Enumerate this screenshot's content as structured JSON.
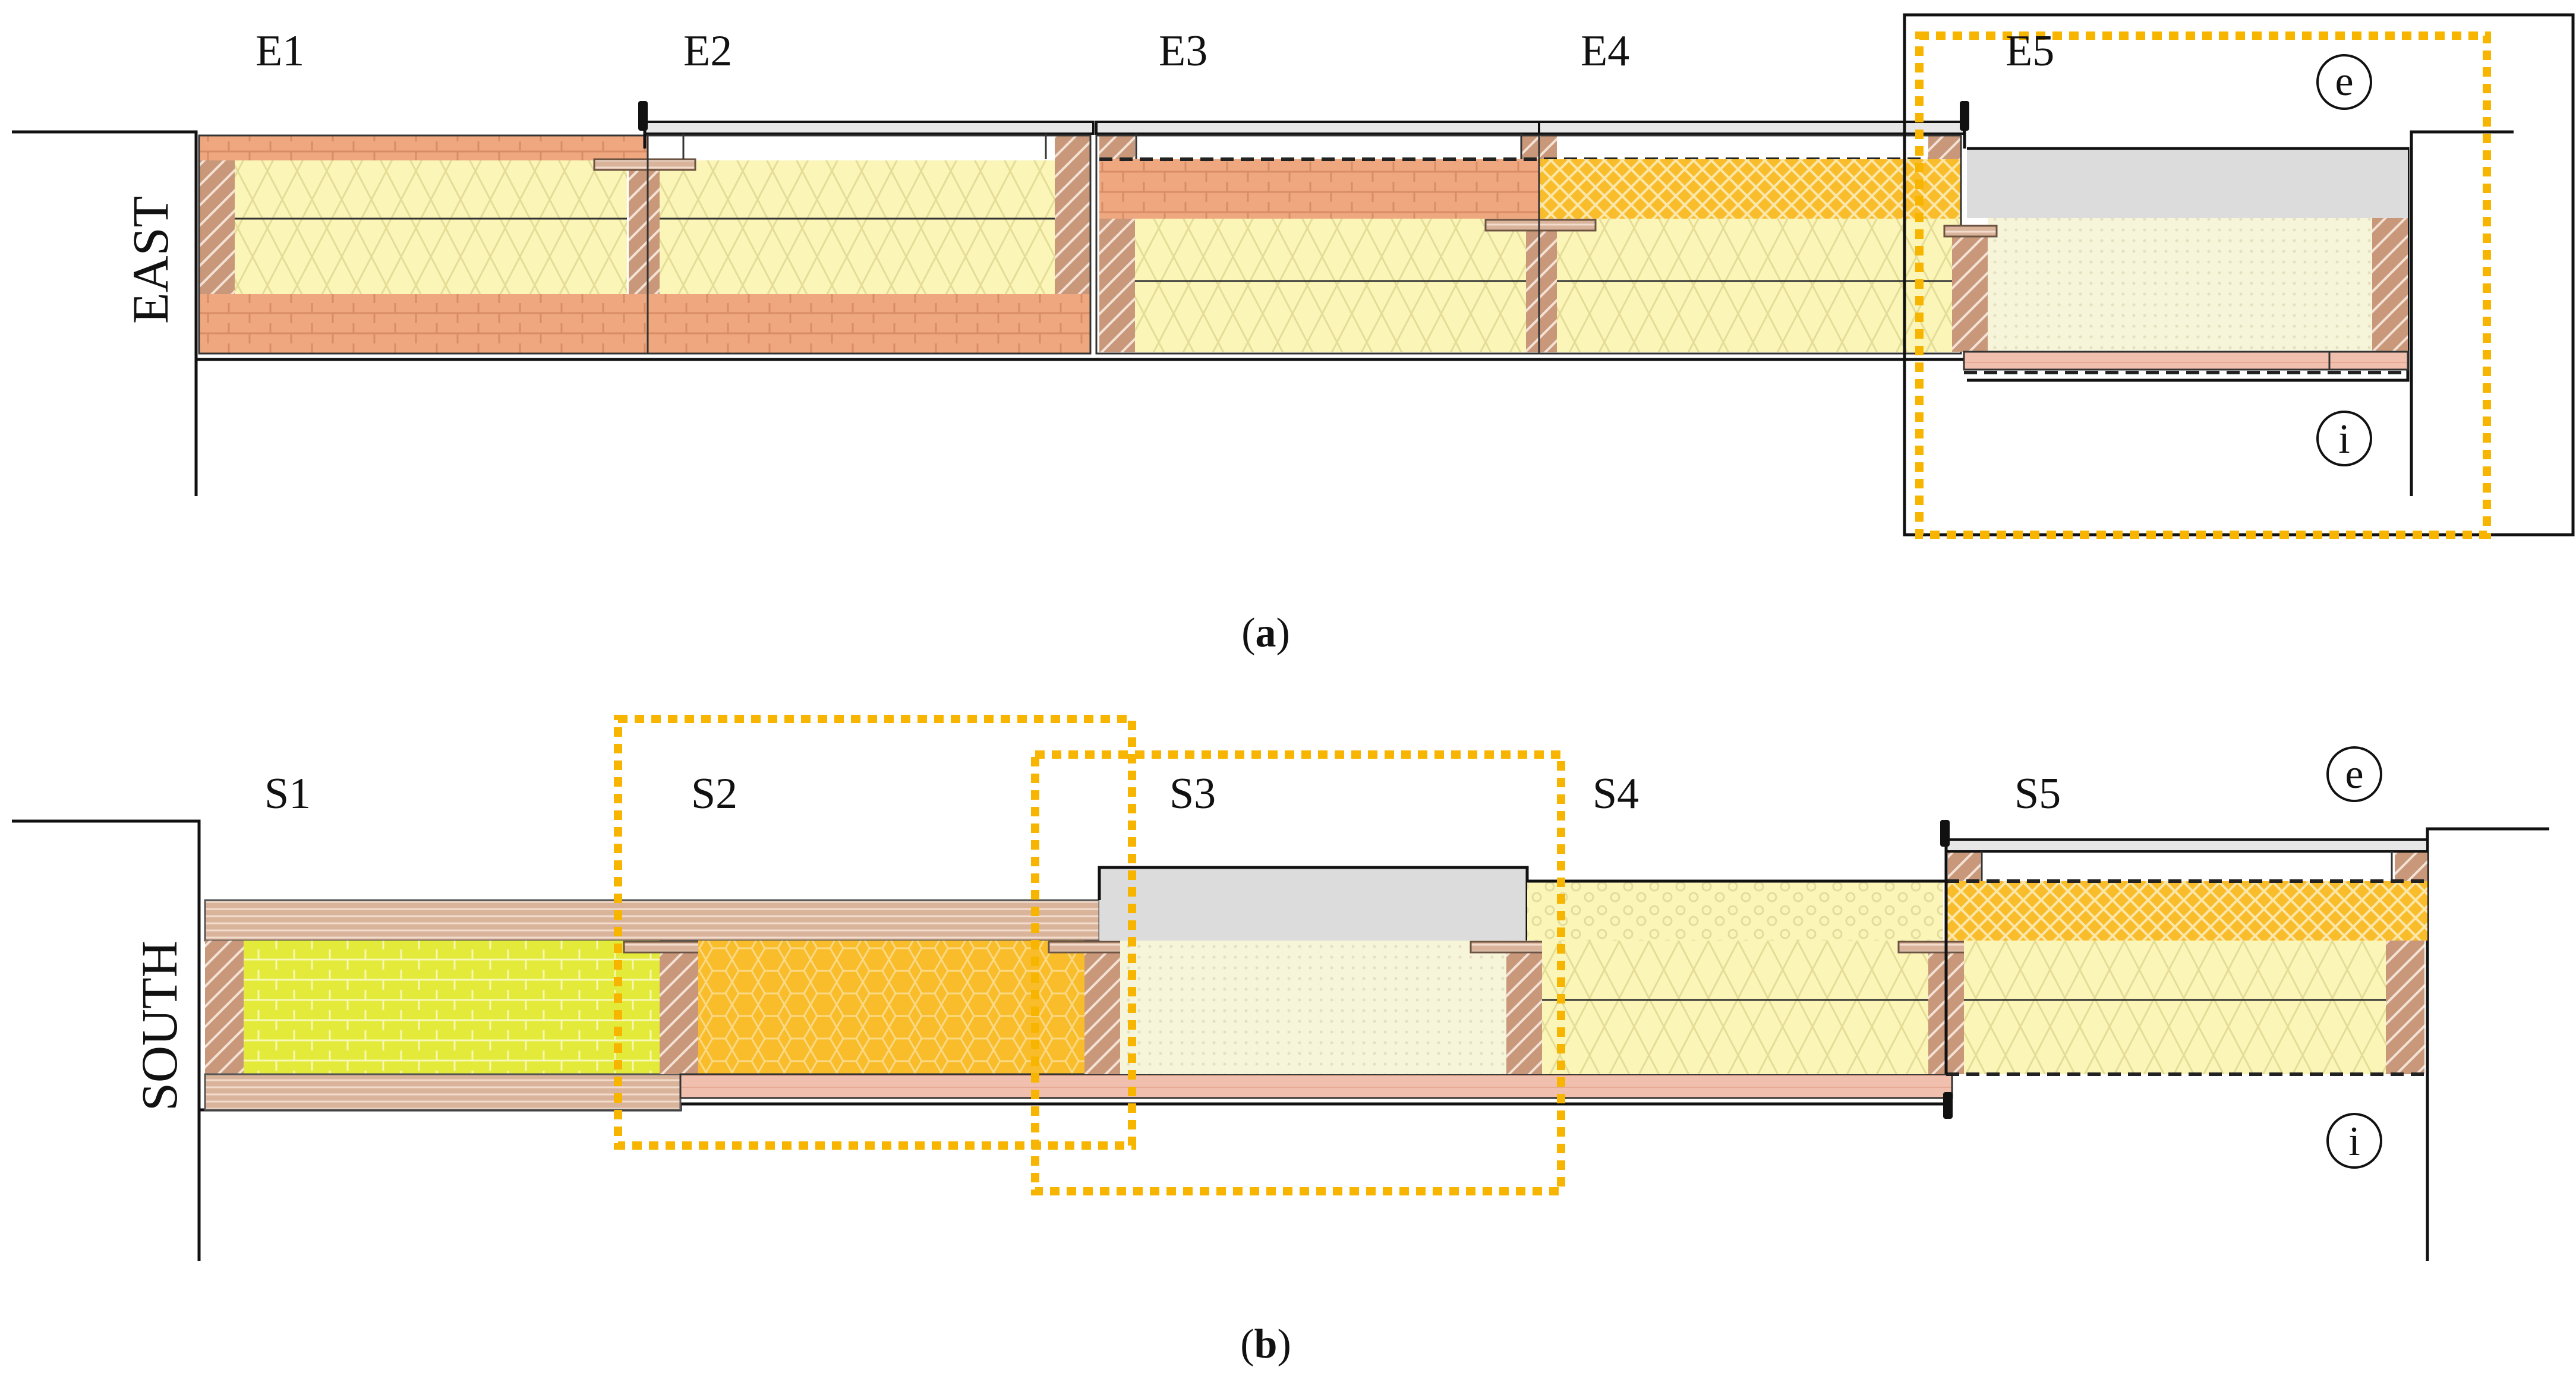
{
  "figure": {
    "panels": [
      {
        "id": "a",
        "caption_open": "(",
        "caption_letter": "a",
        "caption_close": ")",
        "orientation": "EAST",
        "segments": [
          "E1",
          "E2",
          "E3",
          "E4",
          "E5"
        ],
        "exterior_symbol": "e",
        "interior_symbol": "i"
      },
      {
        "id": "b",
        "caption_open": "(",
        "caption_letter": "b",
        "caption_close": ")",
        "orientation": "SOUTH",
        "segments": [
          "S1",
          "S2",
          "S3",
          "S4",
          "S5"
        ],
        "exterior_symbol": "e",
        "interior_symbol": "i"
      }
    ],
    "colors": {
      "brick": "#eea77f",
      "mineral_wool": "#fbf6b8",
      "timber": "#c9987a",
      "highlight": "#f7b500",
      "orange_fill": "#f9bd2c",
      "lime_fill": "#e3ea3a",
      "grey_panel": "#dcdcdc",
      "light_board": "#e9c8b0",
      "cement_board": "#f0bfae"
    }
  }
}
